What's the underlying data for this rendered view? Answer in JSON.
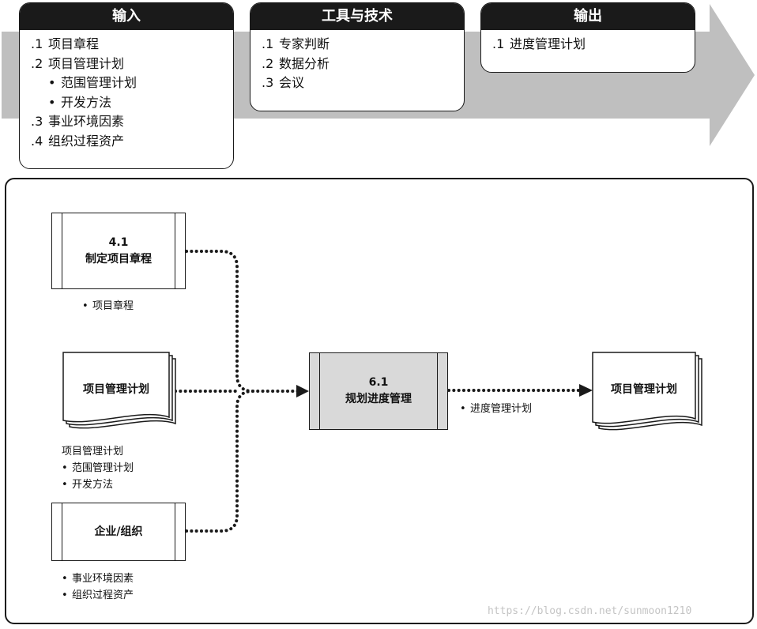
{
  "itto": {
    "inputs": {
      "header": "输入",
      "items": [
        {
          "num": ".1",
          "text": "项目章程"
        },
        {
          "num": ".2",
          "text": "项目管理计划"
        },
        {
          "bullet": "•",
          "text": "范围管理计划"
        },
        {
          "bullet": "•",
          "text": "开发方法"
        },
        {
          "num": ".3",
          "text": "事业环境因素"
        },
        {
          "num": ".4",
          "text": "组织过程资产"
        }
      ]
    },
    "tools": {
      "header": "工具与技术",
      "items": [
        {
          "num": ".1",
          "text": "专家判断"
        },
        {
          "num": ".2",
          "text": "数据分析"
        },
        {
          "num": ".3",
          "text": "会议"
        }
      ]
    },
    "outputs": {
      "header": "输出",
      "items": [
        {
          "num": ".1",
          "text": "进度管理计划"
        }
      ]
    }
  },
  "diagram": {
    "charter_process": {
      "id": "4.1",
      "name": "制定项目章程"
    },
    "charter_notes": [
      "项目章程"
    ],
    "pm_plan_doc": {
      "label": "项目管理计划"
    },
    "pm_plan_notes": {
      "title": "项目管理计划",
      "bullets": [
        "范围管理计划",
        "开发方法"
      ]
    },
    "enterprise": {
      "label": "企业/组织"
    },
    "enterprise_notes": [
      "事业环境因素",
      "组织过程资产"
    ],
    "main_process": {
      "id": "6.1",
      "name": "规划进度管理"
    },
    "output_note": "进度管理计划",
    "output_doc": {
      "label": "项目管理计划"
    },
    "bullet_char": "•"
  },
  "watermark": "https://blog.csdn.net/sunmoon1210",
  "colors": {
    "header_bg": "#1a1a1a",
    "arrow_band": "#bfbfbf",
    "process_fill": "#d9d9d9"
  }
}
